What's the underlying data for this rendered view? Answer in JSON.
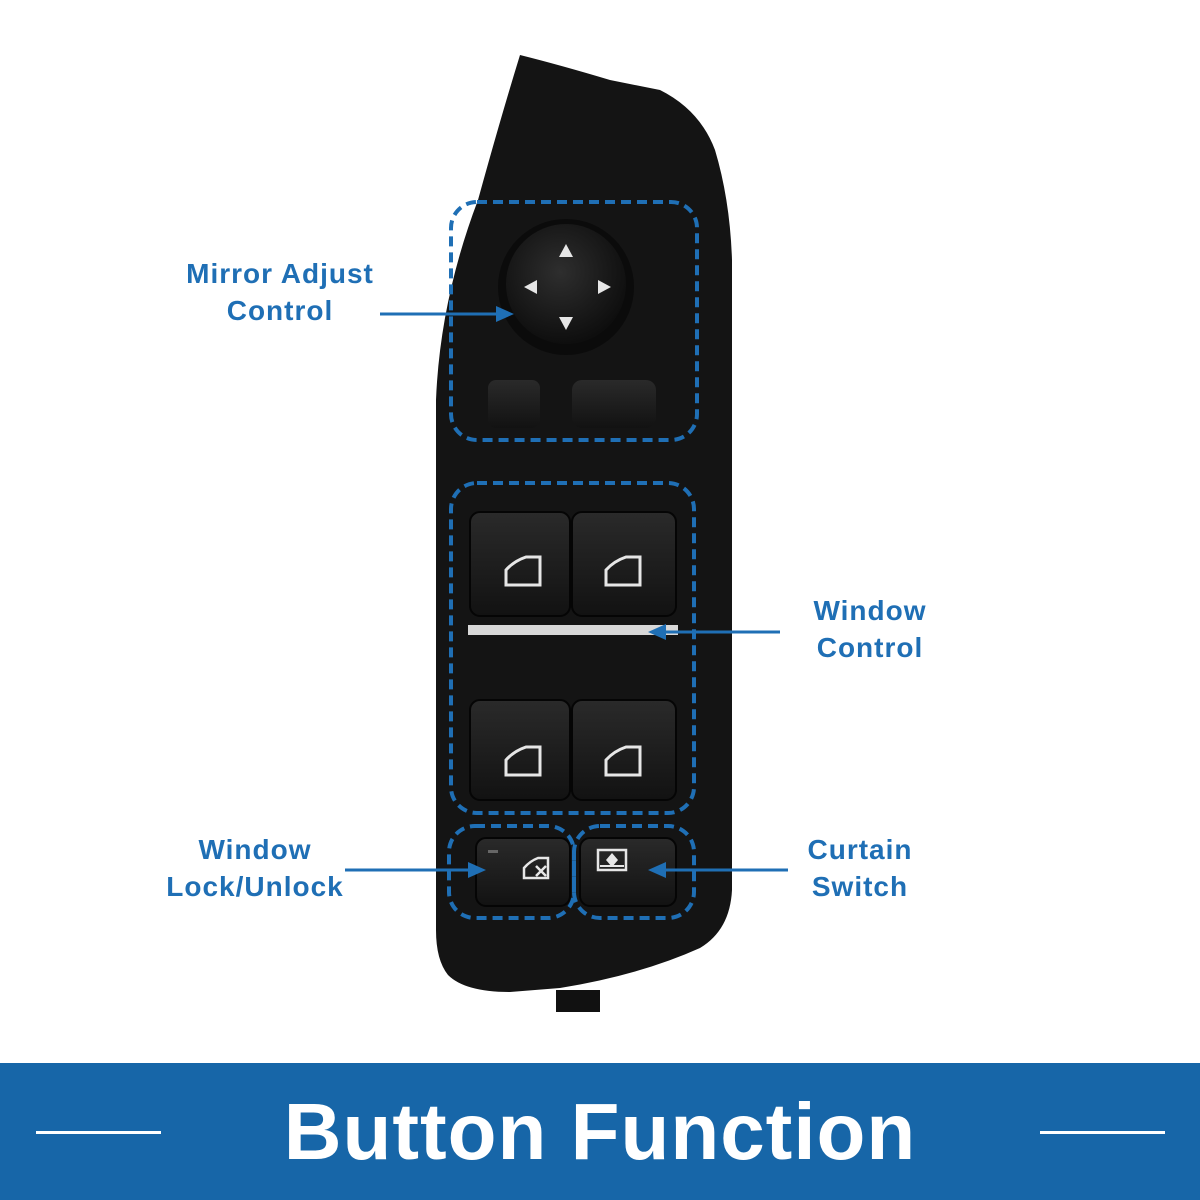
{
  "labels": {
    "mirror_adjust": {
      "line1": "Mirror Adjust",
      "line2": "Control"
    },
    "window_control": {
      "line1": "Window",
      "line2": "Control"
    },
    "window_lock": {
      "line1": "Window",
      "line2": "Lock/Unlock"
    },
    "curtain_switch": {
      "line1": "Curtain",
      "line2": "Switch"
    }
  },
  "banner": {
    "title": "Button Function"
  },
  "colors": {
    "accent": "#1f6fb5",
    "banner": "#1766a8",
    "panel": "#141414",
    "button": "#1c1c1c"
  },
  "icons": [
    "up-arrow-icon",
    "down-arrow-icon",
    "left-arrow-icon",
    "right-arrow-icon",
    "window-icon",
    "window-lock-icon",
    "curtain-icon"
  ]
}
